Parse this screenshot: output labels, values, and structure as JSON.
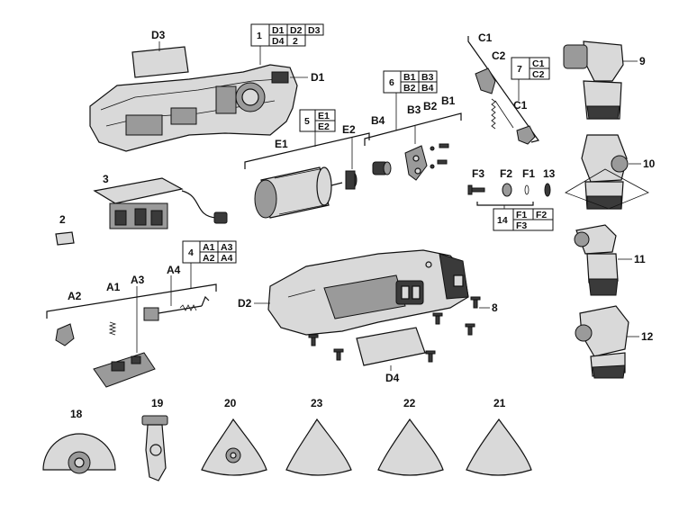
{
  "labels": {
    "d3": "D3",
    "d1": "D1",
    "d4": "D4",
    "c1_top": "C1",
    "c2": "C2",
    "c1_right": "C1",
    "n9": "9",
    "n10": "10",
    "n11": "11",
    "n12": "12",
    "n8": "8",
    "n3": "3",
    "n2": "2",
    "e1": "E1",
    "e2": "E2",
    "b4": "B4",
    "b3": "B3",
    "b2": "B2",
    "b1": "B1",
    "f3": "F3",
    "f2": "F2",
    "f1": "F1",
    "n13": "13",
    "a2": "A2",
    "a1": "A1",
    "a3": "A3",
    "a4": "A4",
    "d2": "D2",
    "n18": "18",
    "n19": "19",
    "n20": "20",
    "n23": "23",
    "n22": "22",
    "n21": "21"
  },
  "tables": {
    "t1": {
      "num": "1",
      "cells": [
        "D1",
        "D2",
        "D3",
        "D4",
        "2"
      ]
    },
    "t5": {
      "num": "5",
      "cells": [
        "E1",
        "E2"
      ]
    },
    "t6": {
      "num": "6",
      "cells": [
        "B1",
        "B3",
        "B2",
        "B4"
      ]
    },
    "t7": {
      "num": "7",
      "cells": [
        "C1",
        "C2"
      ]
    },
    "t14": {
      "num": "14",
      "cells": [
        "F1",
        "F2",
        "F3"
      ]
    },
    "t4": {
      "num": "4",
      "cells": [
        "A1",
        "A3",
        "A2",
        "A4"
      ]
    }
  }
}
